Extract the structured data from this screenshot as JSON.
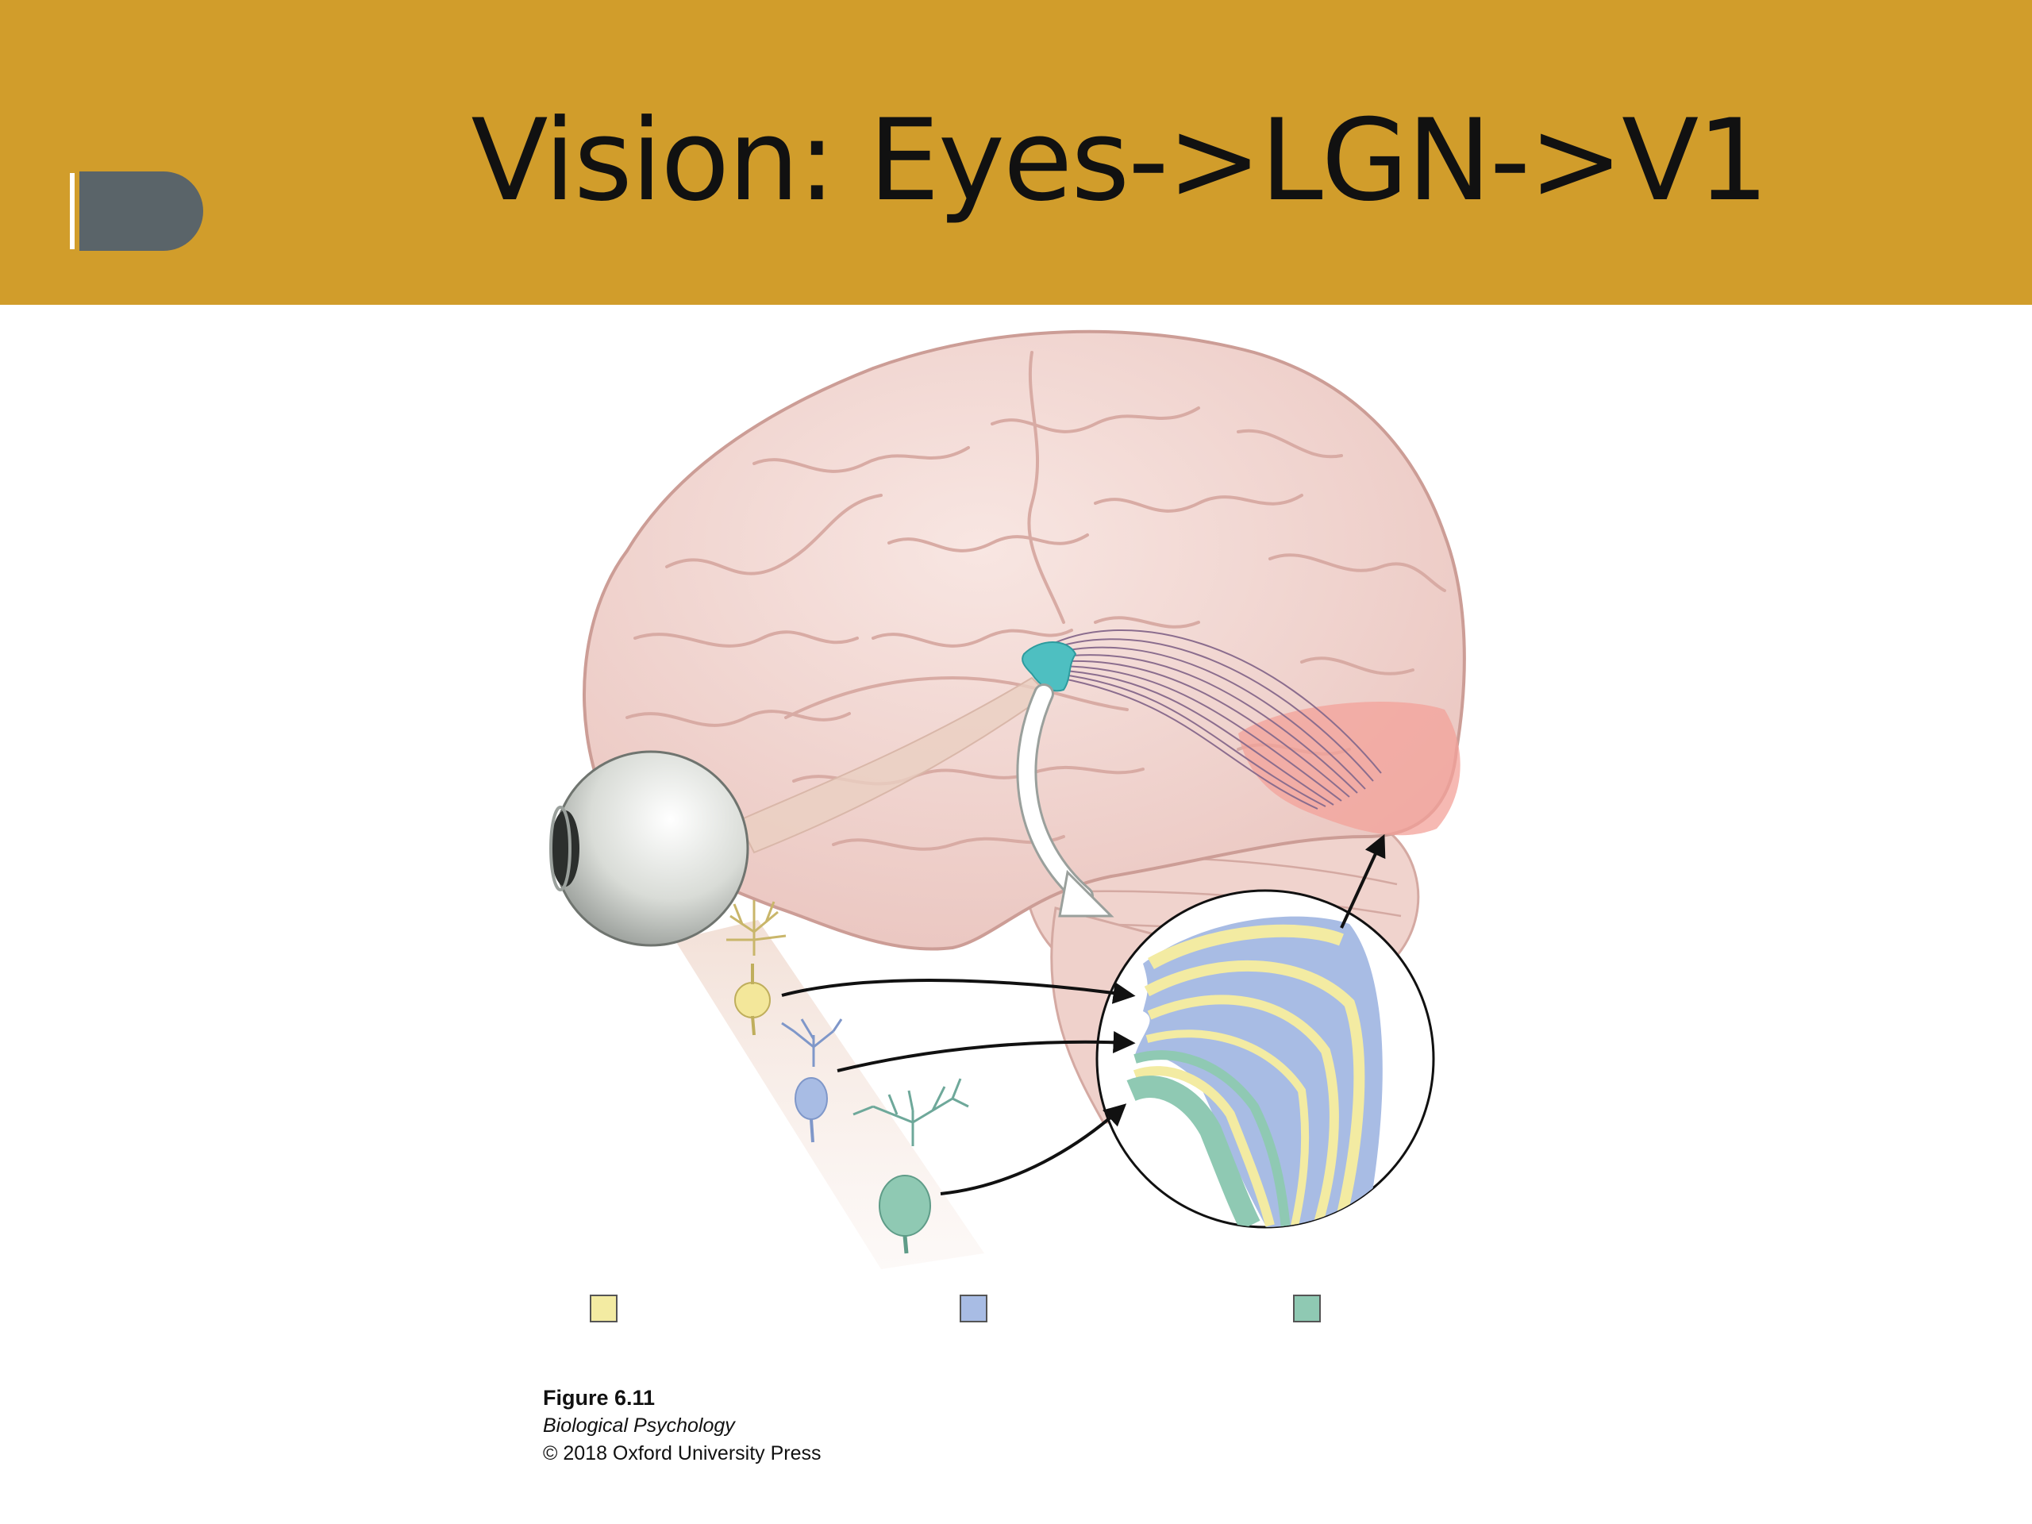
{
  "slide": {
    "title": "Vision: Eyes->LGN->V1"
  },
  "colors": {
    "header": "#d19d2b",
    "tab_marker": "#5a6469",
    "parvo": "#f3eba2",
    "magno": "#a8bce4",
    "konio": "#8fc9b3",
    "v1": "#f3a299",
    "lgn": "#4ebfc1",
    "brain": "#f2d7d2"
  },
  "legend": {
    "swatches": [
      {
        "color": "#f3eba2"
      },
      {
        "color": "#a8bce4"
      },
      {
        "color": "#8fc9b3"
      }
    ]
  },
  "caption": {
    "figure": "Figure 6.11",
    "book": "Biological Psychology",
    "copyright": "© 2018 Oxford University Press"
  }
}
